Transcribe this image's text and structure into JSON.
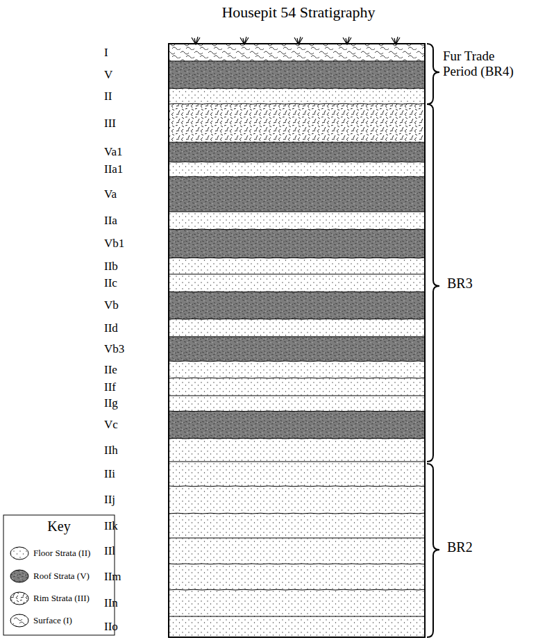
{
  "diagram": {
    "title": "Housepit 54 Stratigraphy",
    "labels": [
      "I",
      "V",
      "II",
      "III",
      "Va1",
      "IIa1",
      "Va",
      "IIa",
      "Vb1",
      "IIb",
      "IIc",
      "Vb",
      "IId",
      "Vb3",
      "IIe",
      "IIf",
      "IIg",
      "Vc",
      "IIh",
      "IIi",
      "IIj",
      "IIk",
      "IIl",
      "IIm",
      "IIn",
      "IIo",
      "Fur Trade Period (BR4)",
      "BR3",
      "BR2",
      "Key"
    ],
    "legend": [
      {
        "text": "Floor Strata (II)"
      },
      {
        "text": "Roof Strata (V)"
      },
      {
        "text": "Rim Strata (III)"
      },
      {
        "text": "Surface (I)"
      }
    ]
  }
}
